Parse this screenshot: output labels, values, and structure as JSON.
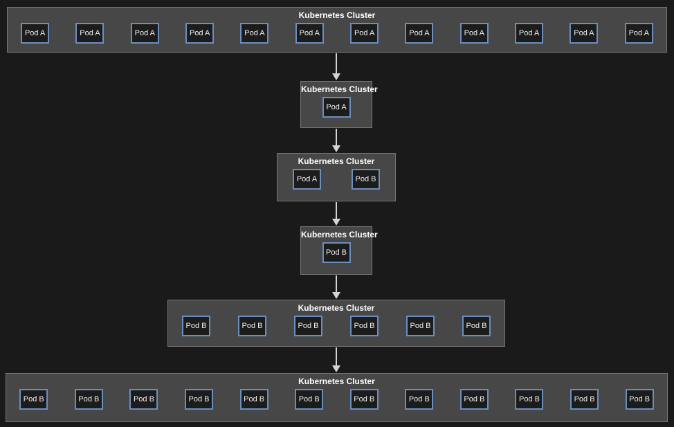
{
  "diagram": {
    "clusters": [
      {
        "title": "Kubernetes Cluster",
        "pods": [
          "Pod A",
          "Pod A",
          "Pod A",
          "Pod A",
          "Pod A",
          "Pod A",
          "Pod A",
          "Pod A",
          "Pod A",
          "Pod A",
          "Pod A",
          "Pod A"
        ]
      },
      {
        "title": "Kubernetes Cluster",
        "pods": [
          "Pod A"
        ]
      },
      {
        "title": "Kubernetes Cluster",
        "pods": [
          "Pod A",
          "Pod B"
        ]
      },
      {
        "title": "Kubernetes Cluster",
        "pods": [
          "Pod B"
        ]
      },
      {
        "title": "Kubernetes Cluster",
        "pods": [
          "Pod B",
          "Pod B",
          "Pod B",
          "Pod B",
          "Pod B",
          "Pod B"
        ]
      },
      {
        "title": "Kubernetes Cluster",
        "pods": [
          "Pod B",
          "Pod B",
          "Pod B",
          "Pod B",
          "Pod B",
          "Pod B",
          "Pod B",
          "Pod B",
          "Pod B",
          "Pod B",
          "Pod B",
          "Pod B"
        ]
      }
    ],
    "colors": {
      "page_background": "#1a1a1a",
      "cluster_fill": "#474747",
      "cluster_border": "#777777",
      "pod_fill": "#1c1c1c",
      "pod_border": "#6c8ebf",
      "pod_text": "#f0f0f0",
      "title_text": "#ffffff",
      "arrow": "#d4d4d4"
    }
  }
}
